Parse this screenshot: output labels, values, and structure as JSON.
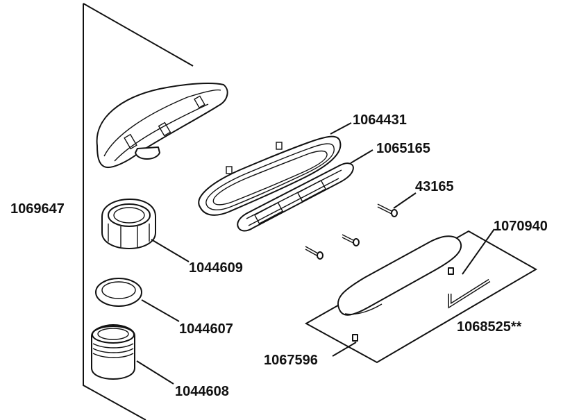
{
  "parts": [
    {
      "id": "drain-body",
      "number": "1069647"
    },
    {
      "id": "gasket",
      "number": "1064431"
    },
    {
      "id": "bracket",
      "number": "1065165"
    },
    {
      "id": "screw",
      "number": "43165"
    },
    {
      "id": "hex-key",
      "number": "1070940"
    },
    {
      "id": "slip-nut",
      "number": "1044609"
    },
    {
      "id": "washer",
      "number": "1044607"
    },
    {
      "id": "tailpiece",
      "number": "1044608"
    },
    {
      "id": "set-screw",
      "number": "1067596"
    },
    {
      "id": "cover-kit",
      "number": "1068525**"
    }
  ]
}
